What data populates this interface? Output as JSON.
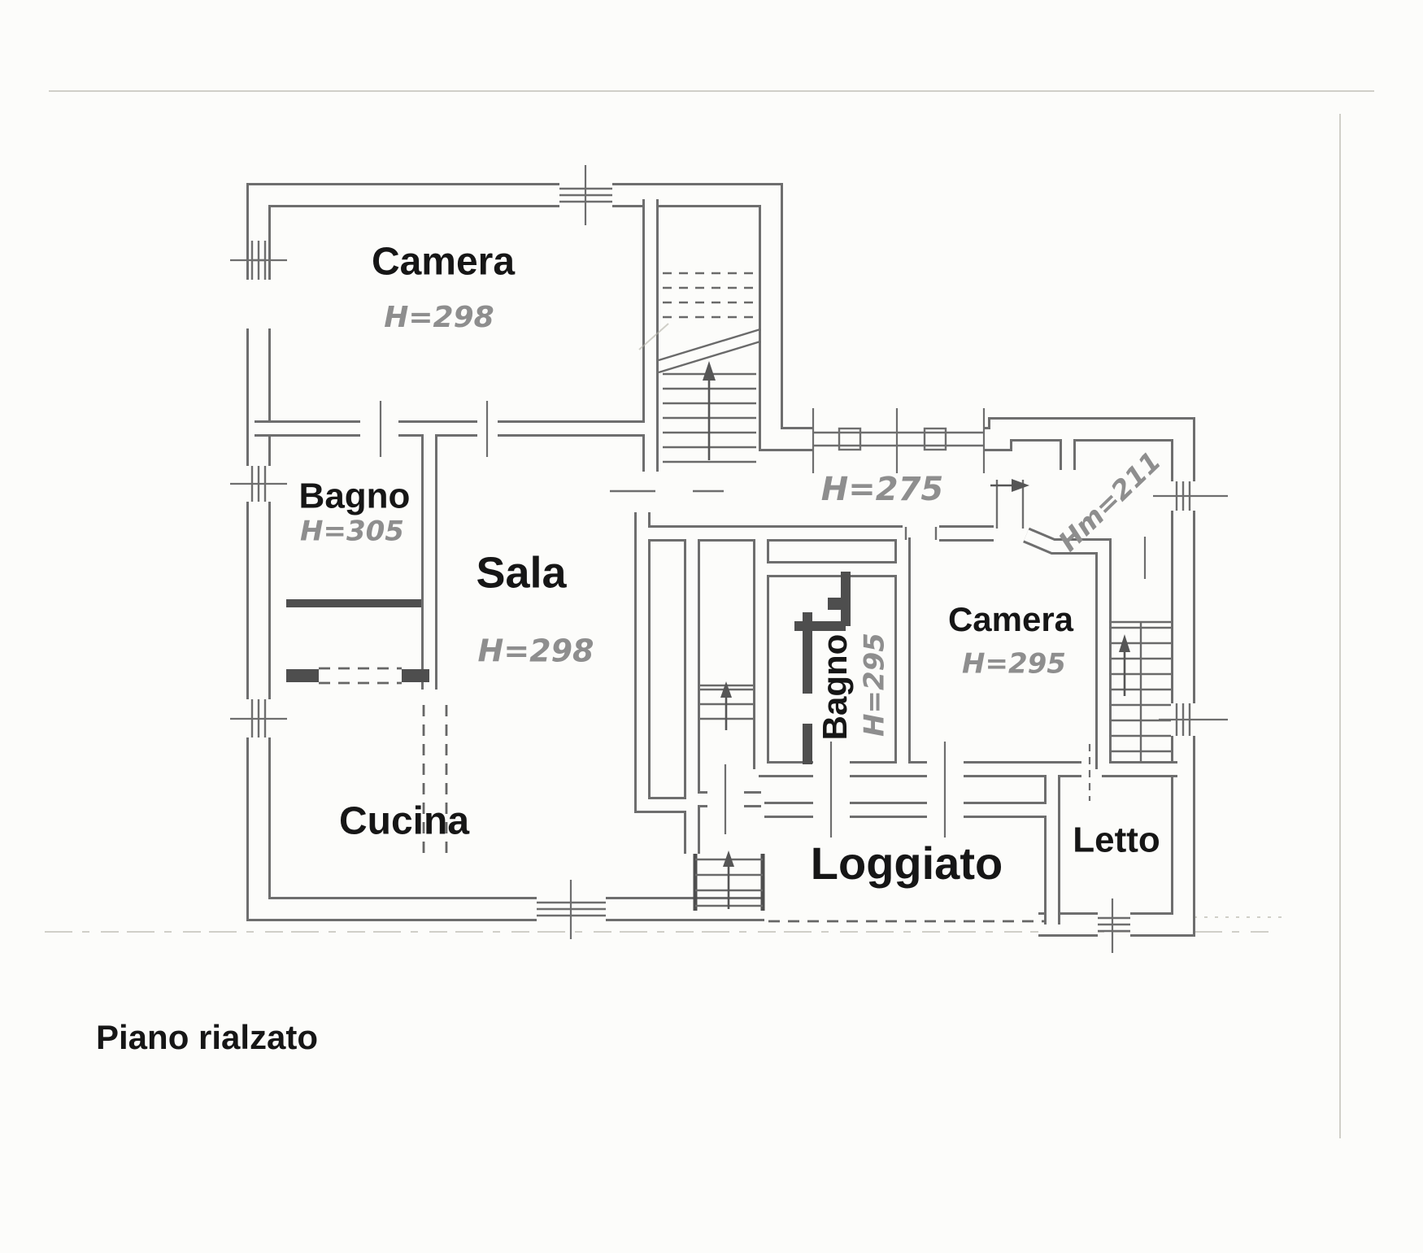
{
  "floor_plan": {
    "title": "Piano rialzato",
    "rooms": {
      "camera1": {
        "name": "Camera",
        "height": "H=298"
      },
      "bagno1": {
        "name": "Bagno",
        "height": "H=305"
      },
      "sala": {
        "name": "Sala",
        "height": "H=298"
      },
      "corridor": {
        "height": "H=275"
      },
      "entry": {
        "height": "Hm=211"
      },
      "bagno2": {
        "name": "Bagno",
        "height": "H=295"
      },
      "camera2": {
        "name": "Camera",
        "height": "H=295"
      },
      "cucina": {
        "name": "Cucina"
      },
      "loggiato": {
        "name": "Loggiato"
      },
      "letto": {
        "name": "Letto"
      }
    },
    "colors": {
      "wall": "#6e6e6e",
      "partition_dark": "#4e4e4e",
      "room_label": "#161616",
      "height_label": "#8e8e8e",
      "background": "#fcfcfa",
      "pencil": "#b3b0a6"
    }
  }
}
